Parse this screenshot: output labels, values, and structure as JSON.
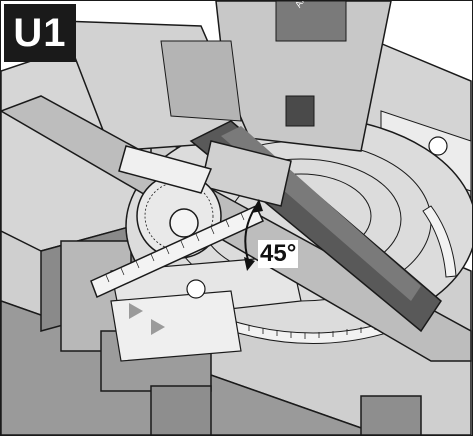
{
  "figure": {
    "step_label": "U1",
    "angle_label": "45°",
    "brand_text": "AXIAL GLIDE",
    "colors": {
      "tool_light": "#d9d9d9",
      "tool_mid": "#a9a9a9",
      "tool_dark": "#5e5e5e",
      "outline": "#1a1a1a",
      "badge_bg": "#1a1a1a"
    }
  }
}
